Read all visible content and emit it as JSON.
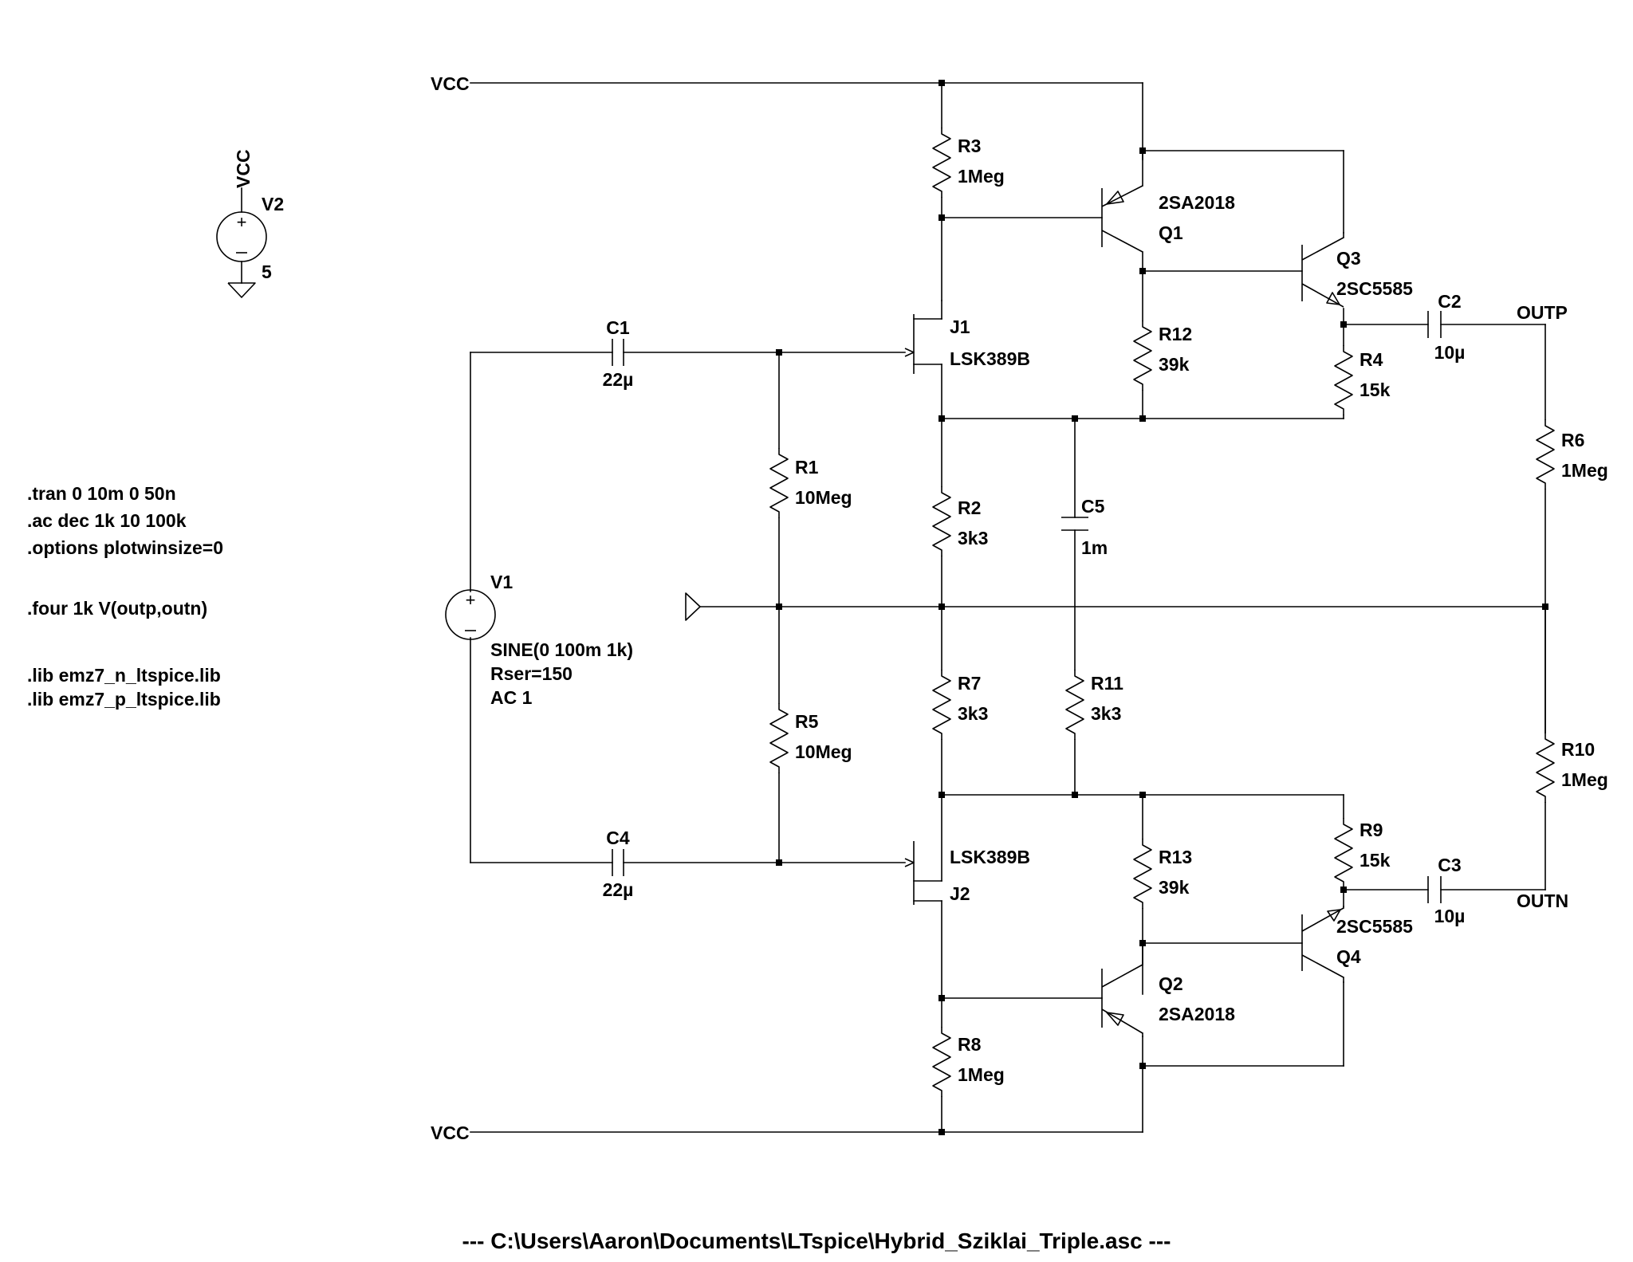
{
  "file_title": "---  C:\\Users\\Aaron\\Documents\\LTspice\\Hybrid_Sziklai_Triple.asc  ---",
  "directives": [
    ".tran 0 10m 0 50n",
    ".ac dec 1k 10 100k",
    ".options plotwinsize=0",
    ".four 1k V(outp,outn)",
    ".lib emz7_n_ltspice.lib",
    ".lib emz7_p_ltspice.lib"
  ],
  "nets": {
    "vcc_top": "VCC",
    "vcc_bottom": "VCC",
    "vcc_supply": "VCC",
    "outp": "OUTP",
    "outn": "OUTN"
  },
  "components": {
    "V2": {
      "name": "V2",
      "value": "5"
    },
    "V1": {
      "name": "V1",
      "value_lines": [
        "SINE(0 100m 1k)",
        "Rser=150",
        "AC 1"
      ]
    },
    "R1": {
      "name": "R1",
      "value": "10Meg"
    },
    "R2": {
      "name": "R2",
      "value": "3k3"
    },
    "R3": {
      "name": "R3",
      "value": "1Meg"
    },
    "R4": {
      "name": "R4",
      "value": "15k"
    },
    "R5": {
      "name": "R5",
      "value": "10Meg"
    },
    "R6": {
      "name": "R6",
      "value": "1Meg"
    },
    "R7": {
      "name": "R7",
      "value": "3k3"
    },
    "R8": {
      "name": "R8",
      "value": "1Meg"
    },
    "R9": {
      "name": "R9",
      "value": "15k"
    },
    "R10": {
      "name": "R10",
      "value": "1Meg"
    },
    "R11": {
      "name": "R11",
      "value": "3k3"
    },
    "R12": {
      "name": "R12",
      "value": "39k"
    },
    "R13": {
      "name": "R13",
      "value": "39k"
    },
    "C1": {
      "name": "C1",
      "value": "22µ"
    },
    "C2": {
      "name": "C2",
      "value": "10µ"
    },
    "C3": {
      "name": "C3",
      "value": "10µ"
    },
    "C4": {
      "name": "C4",
      "value": "22µ"
    },
    "C5": {
      "name": "C5",
      "value": "1m"
    },
    "J1": {
      "name": "J1",
      "value": "LSK389B"
    },
    "J2": {
      "name": "J2",
      "value": "LSK389B"
    },
    "Q1": {
      "name": "Q1",
      "value": "2SA2018"
    },
    "Q2": {
      "name": "Q2",
      "value": "2SA2018"
    },
    "Q3": {
      "name": "Q3",
      "value": "2SC5585"
    },
    "Q4": {
      "name": "Q4",
      "value": "2SC5585"
    }
  }
}
